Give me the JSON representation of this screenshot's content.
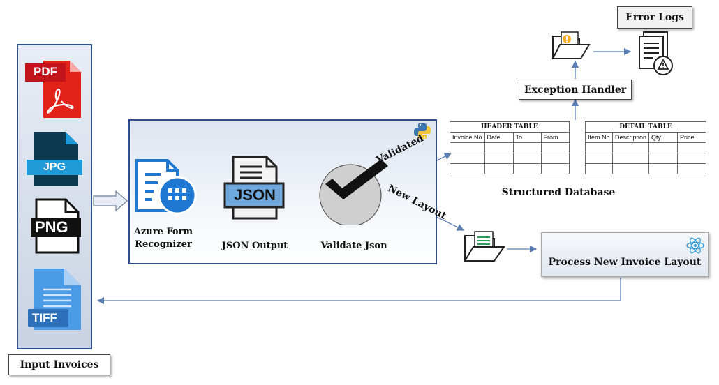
{
  "input": {
    "label": "Input Invoices",
    "file_types": [
      "PDF",
      "JPG",
      "PNG",
      "TIFF"
    ]
  },
  "process": {
    "step1": [
      "Azure Form",
      "Recognizer"
    ],
    "step2": "JSON Output",
    "step2_icon_text": "JSON",
    "step3": "Validate Json"
  },
  "branches": {
    "validated": "Validated",
    "new_layout": "New Layout"
  },
  "database": {
    "label": "Structured Database",
    "header_table": {
      "title": "HEADER TABLE",
      "columns": [
        "Invoice No",
        "Date",
        "To",
        "From"
      ]
    },
    "detail_table": {
      "title": "DETAIL TABLE",
      "columns": [
        "Item No",
        "Description",
        "Qty",
        "Price"
      ]
    }
  },
  "exception_handler": "Exception Handler",
  "error_logs": "Error Logs",
  "new_layout_box": "Process New Invoice Layout",
  "colors": {
    "panel_border": "#2f4f8f",
    "arrow": "#5b7fb5",
    "pdf_red": "#e2231a",
    "jpg_blue": "#1f9ad6",
    "tiff_blue": "#3b8ad9",
    "azure_blue": "#1f78d1",
    "json_blue": "#6fa8dc"
  },
  "icons": [
    "python-icon",
    "react-icon",
    "folder-icon",
    "checkmark-icon",
    "document-warning-icon"
  ]
}
